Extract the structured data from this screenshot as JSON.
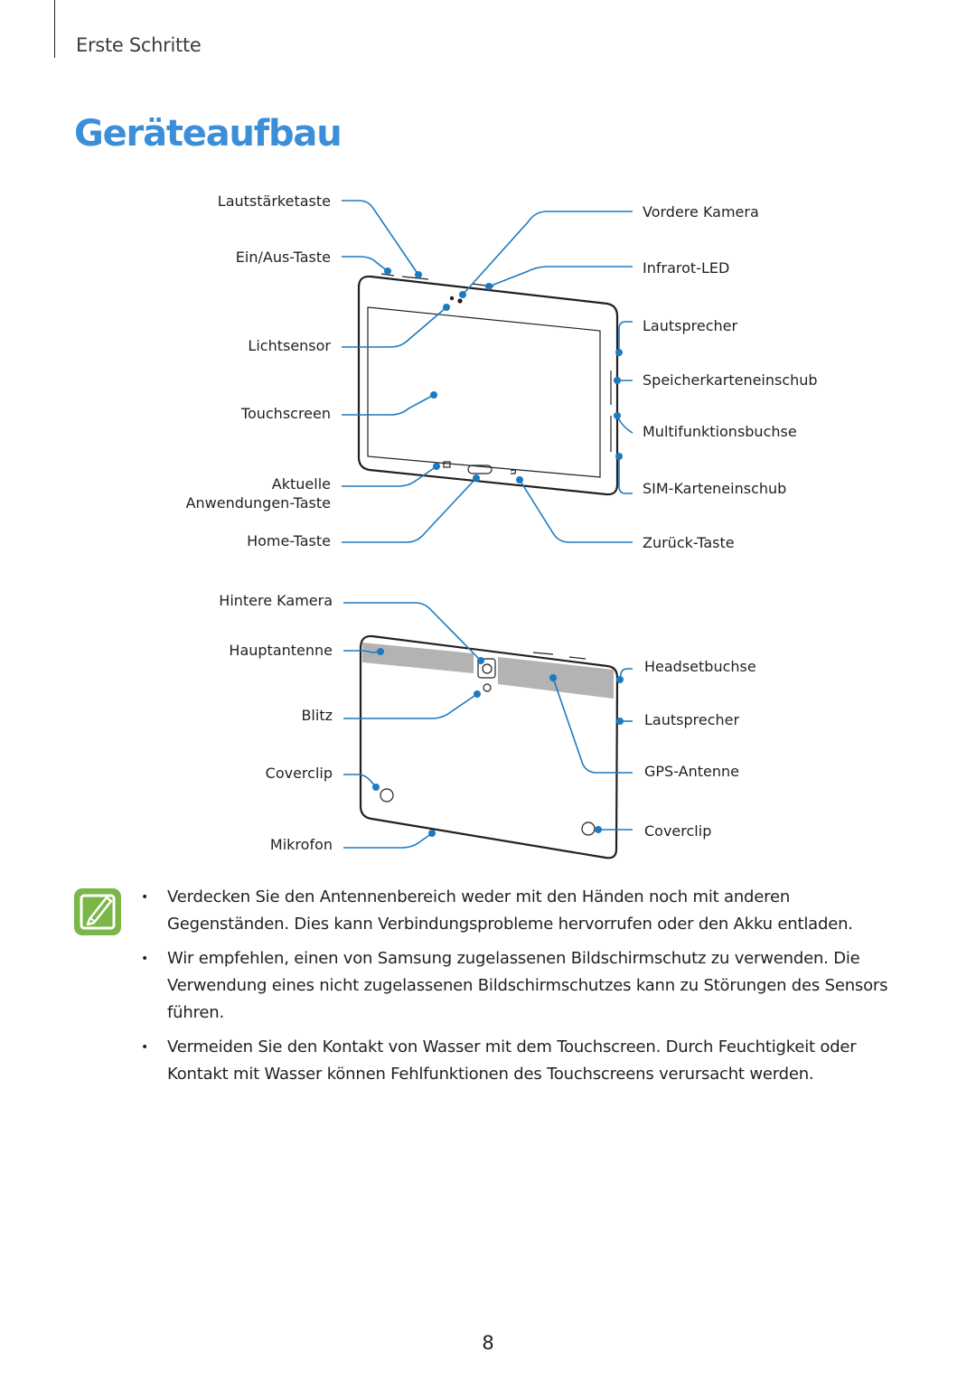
{
  "header": {
    "section": "Erste Schritte"
  },
  "title": "Geräteaufbau",
  "front_labels": {
    "lautstaerketaste": "Lautstärketaste",
    "ein_aus": "Ein/Aus-Taste",
    "lichtsensor": "Lichtsensor",
    "touchscreen": "Touchscreen",
    "aktuelle_1": "Aktuelle",
    "aktuelle_2": "Anwendungen-Taste",
    "home": "Home-Taste",
    "vordere_kamera": "Vordere Kamera",
    "infrarot": "Infrarot-LED",
    "lautsprecher": "Lautsprecher",
    "speicherkarte": "Speicherkarteneinschub",
    "multifunktion": "Multifunktionsbuchse",
    "sim": "SIM-Karteneinschub",
    "zurueck": "Zurück-Taste"
  },
  "back_labels": {
    "hintere_kamera": "Hintere Kamera",
    "hauptantenne": "Hauptantenne",
    "blitz": "Blitz",
    "coverclip_left": "Coverclip",
    "mikrofon": "Mikrofon",
    "headset": "Headsetbuchse",
    "lautsprecher": "Lautsprecher",
    "gps": "GPS-Antenne",
    "coverclip_right": "Coverclip"
  },
  "notes": {
    "icon": "note-pencil-icon",
    "icon_color": "#7ab648",
    "items": [
      "Verdecken Sie den Antennenbereich weder mit den Händen noch mit anderen Gegenständen. Dies kann Verbindungsprobleme hervorrufen oder den Akku entladen.",
      "Wir empfehlen, einen von Samsung zugelassenen Bildschirmschutz zu verwenden. Die Verwendung eines nicht zugelassenen Bildschirmschutzes kann zu Störungen des Sensors führen.",
      "Vermeiden Sie den Kontakt von Wasser mit dem Touchscreen. Durch Feuchtigkeit oder Kontakt mit Wasser können Fehlfunktionen des Touchscreens verursacht werden."
    ]
  },
  "page_number": "8",
  "colors": {
    "title": "#3b8ed8",
    "callout": "#1b7ac0",
    "antenna": "#b3b3b3"
  }
}
